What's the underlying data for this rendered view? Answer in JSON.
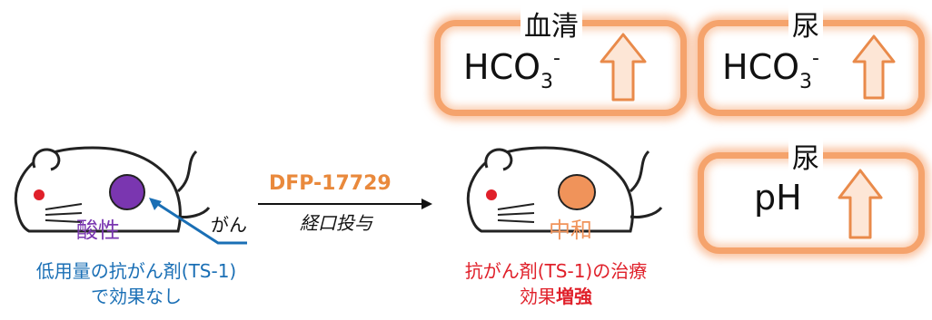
{
  "colors": {
    "box_border": "#f5a36c",
    "arrow_up_fill": "#fde6d6",
    "arrow_up_stroke": "#e98a4a",
    "tumor_acidic": "#7a36b0",
    "tumor_neutral": "#f0935a",
    "drug_name": "#e9893c",
    "cancer_line": "#1a6fb5",
    "caption_blue": "#1a6fb5",
    "caption_red": "#e0202a"
  },
  "boxes": [
    {
      "title": "血清",
      "analyte_main": "HCO",
      "analyte_sub": "3",
      "analyte_sup": "-",
      "trend_icon": "up-arrow-icon"
    },
    {
      "title": "尿",
      "analyte_main": "HCO",
      "analyte_sub": "3",
      "analyte_sup": "-",
      "trend_icon": "up-arrow-icon"
    },
    {
      "title": "尿",
      "analyte_main": "pH",
      "trend_icon": "up-arrow-icon"
    }
  ],
  "left_mouse": {
    "tumor_label": "酸性",
    "cancer_label": "がん"
  },
  "right_mouse": {
    "tumor_label": "中和"
  },
  "treatment": {
    "drug_name": "DFP-17729",
    "route": "経口投与"
  },
  "left_caption": {
    "line1": "低用量の抗がん剤(TS-1)",
    "line2": "で効果なし"
  },
  "right_caption": {
    "line1": "抗がん剤(TS-1)の治療",
    "line2_normal": "効果",
    "line2_bold": "増強"
  }
}
